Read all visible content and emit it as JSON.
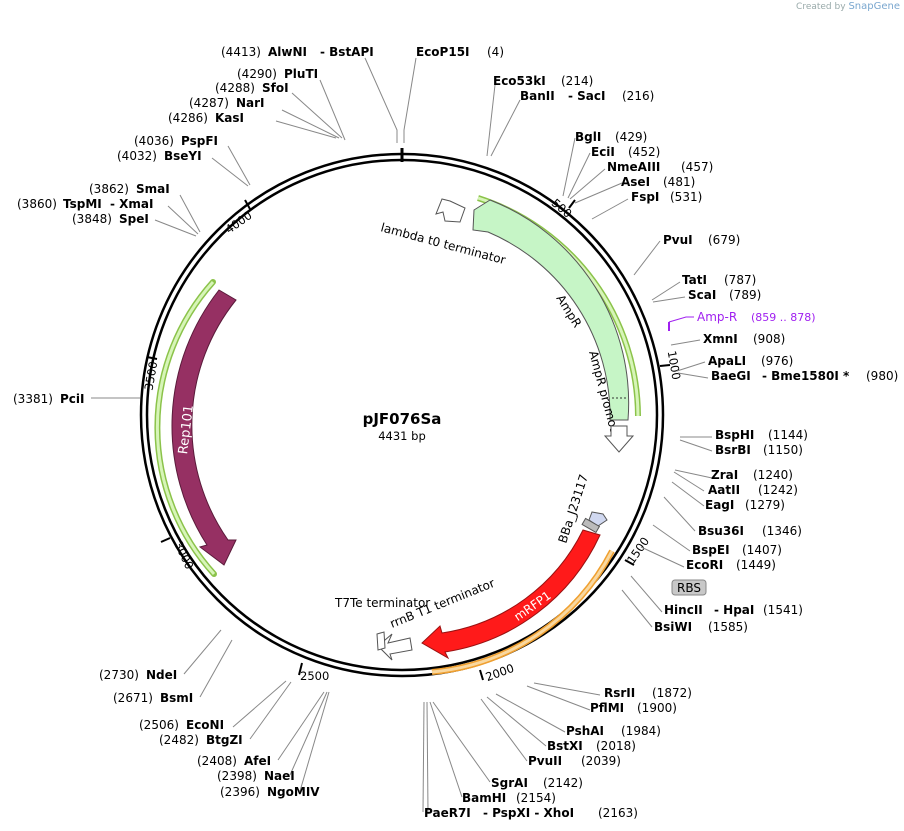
{
  "branding": {
    "created_by": "Created by",
    "product": "SnapGene"
  },
  "plasmid": {
    "name": "pJF076Sa",
    "length_label": "4431 bp"
  },
  "colors": {
    "backbone": "#000000",
    "ampR": "#c6f5c6",
    "rep101": "#963063",
    "mrfp1": "#ff1a1a",
    "primer_green": "#8bc34a",
    "primer_orange": "#f0a030",
    "amp_r_primer_text": "#a020f0",
    "rbs_box": "#c8c8c8"
  },
  "ticks": [
    "500",
    "1000",
    "1500",
    "2000",
    "2500",
    "3000",
    "3500",
    "4000"
  ],
  "features": {
    "lambda_t0": "lambda t0 terminator",
    "ampR": "AmpR",
    "ampR_promoter": "AmpR promoter",
    "rep101": "Rep101",
    "bba": "BBa_J23117",
    "mrfp1": "mRFP1",
    "rrnb": "rrnB T1 terminator",
    "t7te": "T7Te terminator",
    "rbs": "RBS",
    "amp_r_primer": "Amp-R",
    "amp_r_range": "(859 .. 878)"
  },
  "sites_left": [
    {
      "id": "alwni",
      "pos": "(4413)",
      "name": "AlwNI",
      "extra": "- BstAPI"
    },
    {
      "id": "pluti",
      "pos": "(4290)",
      "name": "PluTI"
    },
    {
      "id": "sfoi",
      "pos": "(4288)",
      "name": "SfoI"
    },
    {
      "id": "nari",
      "pos": "(4287)",
      "name": "NarI"
    },
    {
      "id": "kasi",
      "pos": "(4286)",
      "name": "KasI"
    },
    {
      "id": "pspfi",
      "pos": "(4036)",
      "name": "PspFI"
    },
    {
      "id": "bseyi",
      "pos": "(4032)",
      "name": "BseYI"
    },
    {
      "id": "smai",
      "pos": "(3862)",
      "name": "SmaI"
    },
    {
      "id": "tspmi",
      "pos": "(3860)",
      "name": "TspMI",
      "extra": "- XmaI"
    },
    {
      "id": "spei",
      "pos": "(3848)",
      "name": "SpeI"
    },
    {
      "id": "pcii",
      "pos": "(3381)",
      "name": "PciI"
    },
    {
      "id": "ndei",
      "pos": "(2730)",
      "name": "NdeI"
    },
    {
      "id": "bsmi",
      "pos": "(2671)",
      "name": "BsmI"
    },
    {
      "id": "econi",
      "pos": "(2506)",
      "name": "EcoNI"
    },
    {
      "id": "btgzi",
      "pos": "(2482)",
      "name": "BtgZI"
    },
    {
      "id": "afei",
      "pos": "(2408)",
      "name": "AfeI"
    },
    {
      "id": "naei",
      "pos": "(2398)",
      "name": "NaeI"
    },
    {
      "id": "ngomiv",
      "pos": "(2396)",
      "name": "NgoMIV"
    }
  ],
  "sites_right": [
    {
      "id": "ecop15i",
      "name": "EcoP15I",
      "pos": "(4)"
    },
    {
      "id": "eco53ki",
      "name": "Eco53kI",
      "pos": "(214)"
    },
    {
      "id": "banii",
      "name": "BanII",
      "extra": "- SacI",
      "pos": "(216)"
    },
    {
      "id": "bgli",
      "name": "BglI",
      "pos": "(429)"
    },
    {
      "id": "ecii",
      "name": "EciI",
      "pos": "(452)"
    },
    {
      "id": "nmeaiii",
      "name": "NmeAIII",
      "pos": "(457)"
    },
    {
      "id": "asei",
      "name": "AseI",
      "pos": "(481)"
    },
    {
      "id": "fspi",
      "name": "FspI",
      "pos": "(531)"
    },
    {
      "id": "pvui",
      "name": "PvuI",
      "pos": "(679)"
    },
    {
      "id": "tati",
      "name": "TatI",
      "pos": "(787)"
    },
    {
      "id": "scai",
      "name": "ScaI",
      "pos": "(789)"
    },
    {
      "id": "xmni",
      "name": "XmnI",
      "pos": "(908)"
    },
    {
      "id": "apali",
      "name": "ApaLI",
      "pos": "(976)"
    },
    {
      "id": "baegi",
      "name": "BaeGI",
      "extra": "- Bme1580I *",
      "pos": "(980)"
    },
    {
      "id": "bsphi",
      "name": "BspHI",
      "pos": "(1144)"
    },
    {
      "id": "bsrbi",
      "name": "BsrBI",
      "pos": "(1150)"
    },
    {
      "id": "zrai",
      "name": "ZraI",
      "pos": "(1240)"
    },
    {
      "id": "aatii",
      "name": "AatII",
      "pos": "(1242)"
    },
    {
      "id": "eagi",
      "name": "EagI",
      "pos": "(1279)"
    },
    {
      "id": "bsu36i",
      "name": "Bsu36I",
      "pos": "(1346)"
    },
    {
      "id": "bspei",
      "name": "BspEI",
      "pos": "(1407)"
    },
    {
      "id": "ecori",
      "name": "EcoRI",
      "pos": "(1449)"
    },
    {
      "id": "hincii",
      "name": "HincII",
      "extra": "- HpaI",
      "pos": "(1541)"
    },
    {
      "id": "bsiwi",
      "name": "BsiWI",
      "pos": "(1585)"
    },
    {
      "id": "rsrii",
      "name": "RsrII",
      "pos": "(1872)"
    },
    {
      "id": "pflmi",
      "name": "PflMI",
      "pos": "(1900)"
    },
    {
      "id": "pshai",
      "name": "PshAI",
      "pos": "(1984)"
    },
    {
      "id": "bstxi",
      "name": "BstXI",
      "pos": "(2018)"
    },
    {
      "id": "pvuii",
      "name": "PvuII",
      "pos": "(2039)"
    },
    {
      "id": "sgrai",
      "name": "SgrAI",
      "pos": "(2142)"
    },
    {
      "id": "bamhi",
      "name": "BamHI",
      "pos": "(2154)"
    },
    {
      "id": "paer7i",
      "name": "PaeR7I",
      "extra": "- PspXI - XhoI",
      "pos": "(2163)"
    }
  ]
}
